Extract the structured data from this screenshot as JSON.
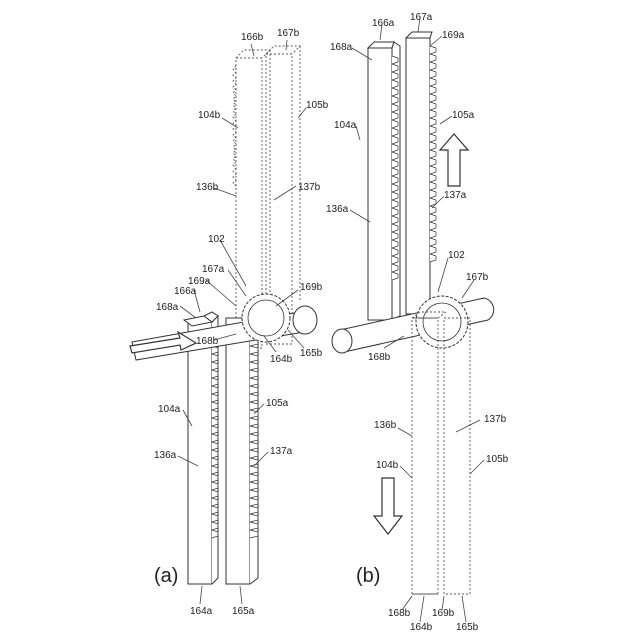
{
  "panel_a": {
    "caption": "(a)",
    "labels": {
      "l166b": "166b",
      "l167b": "167b",
      "l104b": "104b",
      "l105b": "105b",
      "l136b": "136b",
      "l137b": "137b",
      "l102": "102",
      "l167a": "167a",
      "l169a": "169a",
      "l166a": "166a",
      "l168a": "168a",
      "l169b": "169b",
      "l168b": "168b",
      "l164b": "164b",
      "l165b": "165b",
      "l104a": "104a",
      "l105a": "105a",
      "l136a": "136a",
      "l137a": "137a",
      "l164a": "164a",
      "l165a": "165a"
    }
  },
  "panel_b": {
    "caption": "(b)",
    "labels": {
      "l166a": "166a",
      "l167a": "167a",
      "l168a": "168a",
      "l169a": "169a",
      "l104a": "104a",
      "l105a": "105a",
      "l136a": "136a",
      "l137a": "137a",
      "l102": "102",
      "l167b": "167b",
      "l168b_mid": "168b",
      "l136b": "136b",
      "l137b": "137b",
      "l104b": "104b",
      "l105b": "105b",
      "l168b": "168b",
      "l164b": "164b",
      "l169b": "169b",
      "l165b": "165b"
    }
  }
}
